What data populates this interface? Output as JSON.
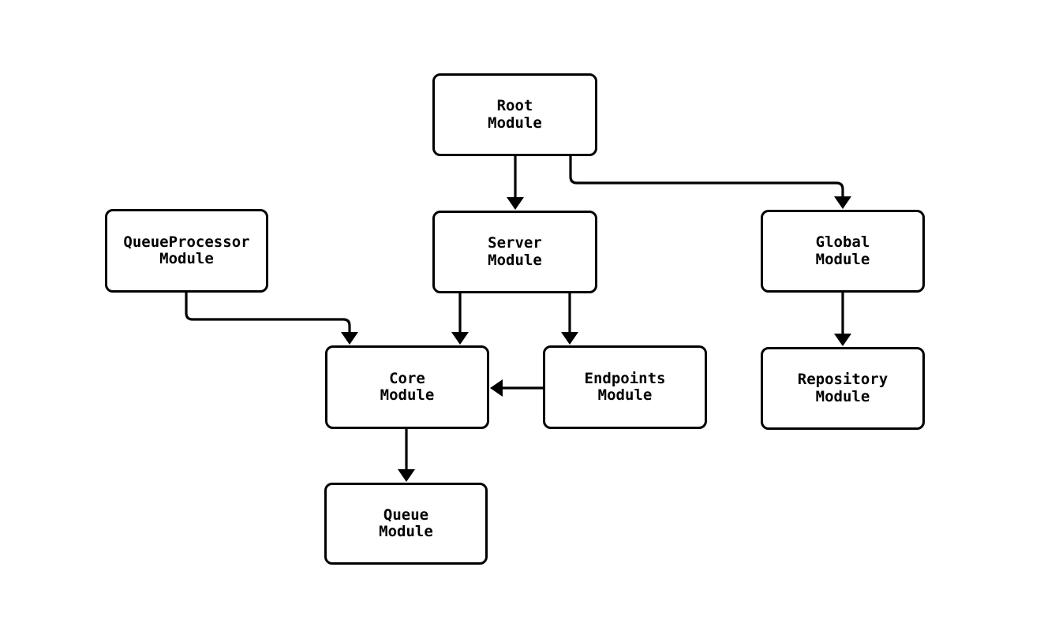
{
  "diagram": {
    "type": "module-dependency-flowchart",
    "background_color": "#ffffff",
    "node_fill_color": "#ffffff",
    "node_border_color": "#000000",
    "edge_color": "#000000",
    "text_color": "#000000",
    "nodes": {
      "root": {
        "line1": "Root",
        "line2": "Module"
      },
      "queueProcessor": {
        "line1": "QueueProcessor",
        "line2": "Module"
      },
      "server": {
        "line1": "Server",
        "line2": "Module"
      },
      "global": {
        "line1": "Global",
        "line2": "Module"
      },
      "core": {
        "line1": "Core",
        "line2": "Module"
      },
      "endpoints": {
        "line1": "Endpoints",
        "line2": "Module"
      },
      "repository": {
        "line1": "Repository",
        "line2": "Module"
      },
      "queue": {
        "line1": "Queue",
        "line2": "Module"
      }
    },
    "edges": [
      {
        "from": "Root Module",
        "to": "Server Module"
      },
      {
        "from": "Root Module",
        "to": "Global Module"
      },
      {
        "from": "QueueProcessor Module",
        "to": "Core Module"
      },
      {
        "from": "Server Module",
        "to": "Core Module"
      },
      {
        "from": "Server Module",
        "to": "Endpoints Module"
      },
      {
        "from": "Endpoints Module",
        "to": "Core Module"
      },
      {
        "from": "Global Module",
        "to": "Repository Module"
      },
      {
        "from": "Core Module",
        "to": "Queue Module"
      }
    ]
  }
}
